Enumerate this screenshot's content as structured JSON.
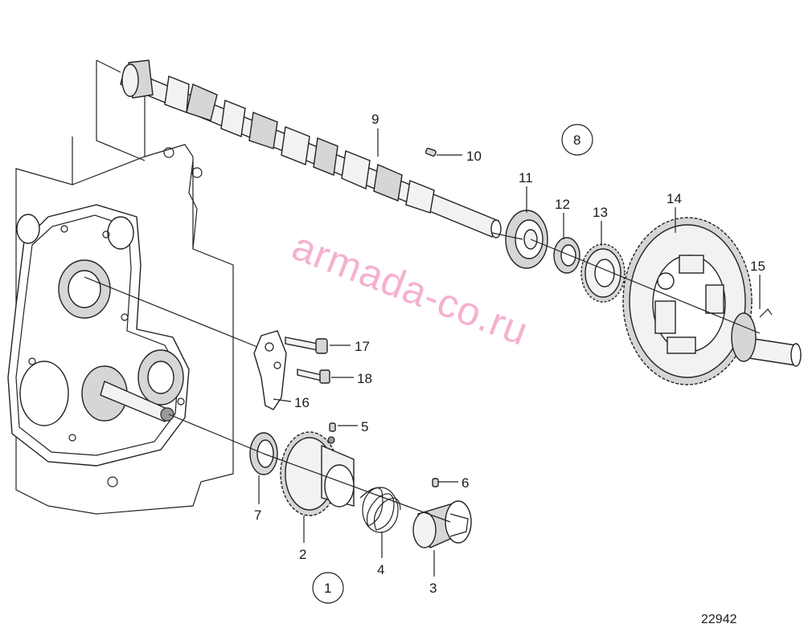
{
  "callouts": {
    "c2": "2",
    "c3": "3",
    "c4": "4",
    "c5": "5",
    "c6": "6",
    "c7": "7",
    "c9": "9",
    "c10": "10",
    "c11": "11",
    "c12": "12",
    "c13": "13",
    "c14": "14",
    "c15": "15",
    "c16": "16",
    "c17": "17",
    "c18": "18"
  },
  "group_refs": {
    "g1": "1",
    "g8": "8"
  },
  "figure_number": "22942",
  "watermark": "armada-co.ru",
  "colors": {
    "watermark": "#f4a9cc",
    "line": "#222222",
    "background": "#ffffff"
  }
}
